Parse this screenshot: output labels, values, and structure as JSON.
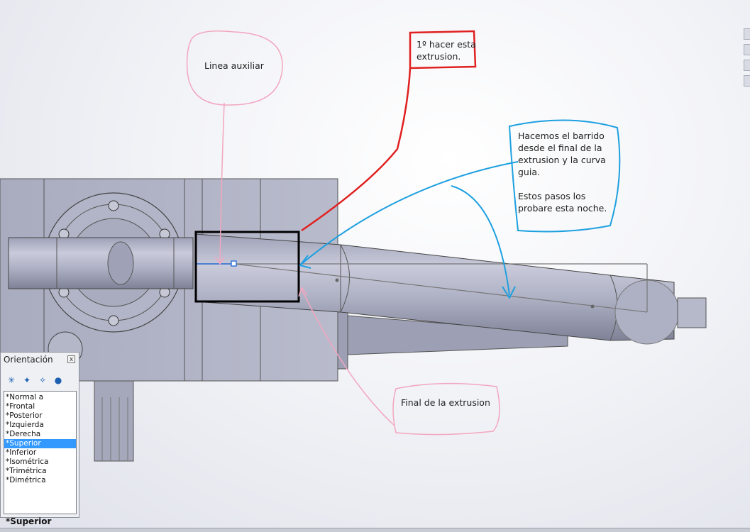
{
  "annotations": {
    "aux_line": "Linea auxiliar",
    "first_extrusion": "1º hacer esta\nextrusion.",
    "sweep_note": "Hacemos el barrido\ndesde el final de la\nextrusion y la curva\nguia.\n\nEstos pasos los\nprobare esta noche.",
    "extrusion_end": "Final de la extrusion"
  },
  "orientation_panel": {
    "title": "Orientación",
    "close_label": "x",
    "toolbar": [
      {
        "icon": "new-view-icon"
      },
      {
        "icon": "update-view-icon"
      },
      {
        "icon": "reset-views-icon"
      },
      {
        "icon": "pin-icon"
      }
    ],
    "items": [
      "*Normal a",
      "*Frontal",
      "*Posterior",
      "*Izquierda",
      "*Derecha",
      "*Superior",
      "*Inferior",
      "*Isométrica",
      "*Trimétrica",
      "*Dimétrica"
    ],
    "selected_item": "*Superior"
  },
  "view_label": "*Superior",
  "colors": {
    "part_fill": "#b3b6c8",
    "part_shadow": "#8c8fa3",
    "annotation_pink": "#f2a6bf",
    "annotation_red": "#e02020",
    "annotation_blue": "#1ea0e0",
    "selection_box": "#000000",
    "list_selected": "#3399ff"
  }
}
